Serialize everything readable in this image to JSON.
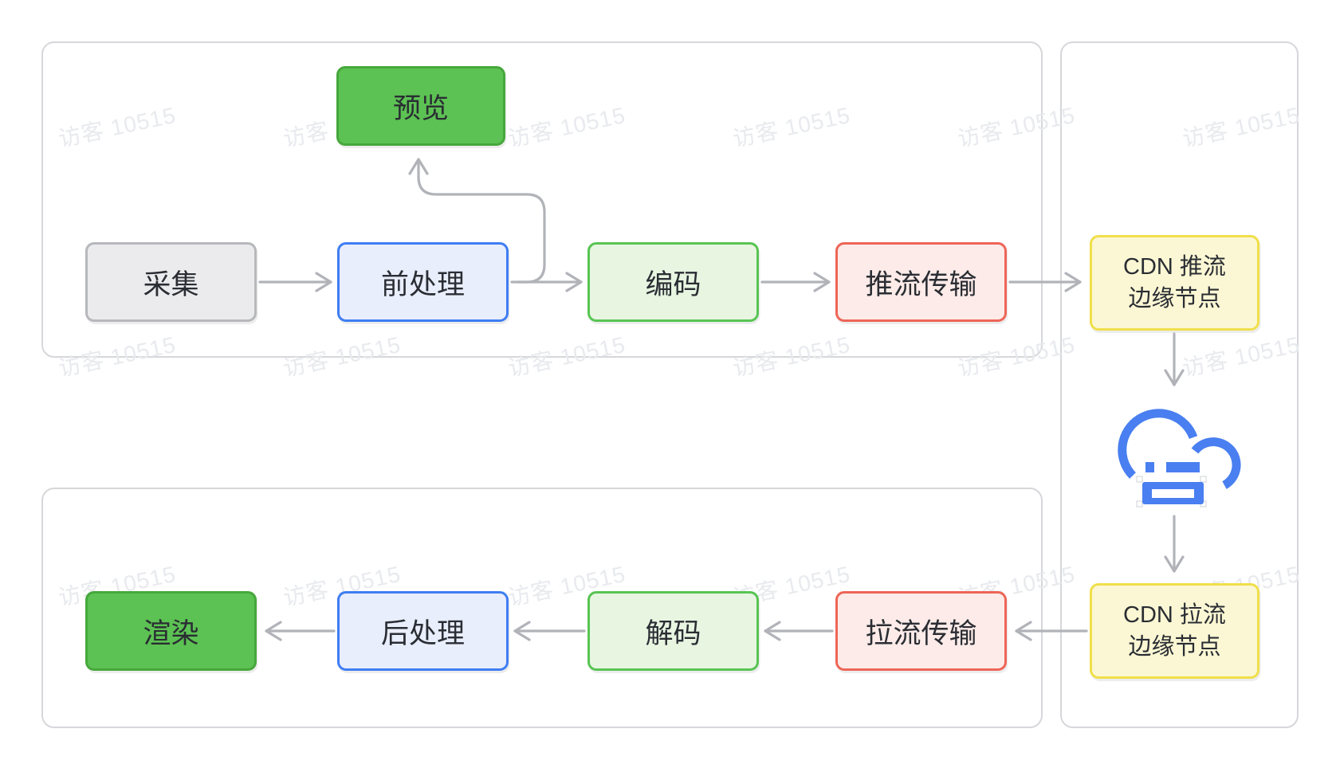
{
  "watermark": {
    "text": "访客 10515"
  },
  "palette": {
    "canvas_bg": "#ffffff",
    "container_border": "#d6d7da",
    "arrow": "#b1b3b9",
    "node_text": "#2a2d33",
    "cloud_blue": "#497ff0",
    "node_styles": {
      "gray": {
        "fill": "#ebebed",
        "border": "#b7b8bc"
      },
      "blue": {
        "fill": "#e9eefc",
        "border": "#3f7df2"
      },
      "green_light": {
        "fill": "#e7f5e1",
        "border": "#58c453"
      },
      "red": {
        "fill": "#fcebe8",
        "border": "#ee6558"
      },
      "yellow": {
        "fill": "#fbf7d4",
        "border": "#f0df4a"
      },
      "green_solid": {
        "fill": "#5cc253",
        "border": "#46a83c"
      }
    }
  },
  "icons": {
    "cloud": "cloud-server-icon"
  },
  "nodes": {
    "capture": {
      "label": "采集"
    },
    "preprocess": {
      "label": "前处理"
    },
    "preview": {
      "label": "预览"
    },
    "encode": {
      "label": "编码"
    },
    "push_transport": {
      "label": "推流传输"
    },
    "cdn_push": {
      "line1": "CDN 推流",
      "line2": "边缘节点"
    },
    "cdn_pull": {
      "line1": "CDN 拉流",
      "line2": "边缘节点"
    },
    "pull_transport": {
      "label": "拉流传输"
    },
    "decode": {
      "label": "解码"
    },
    "postprocess": {
      "label": "后处理"
    },
    "render": {
      "label": "渲染"
    }
  }
}
